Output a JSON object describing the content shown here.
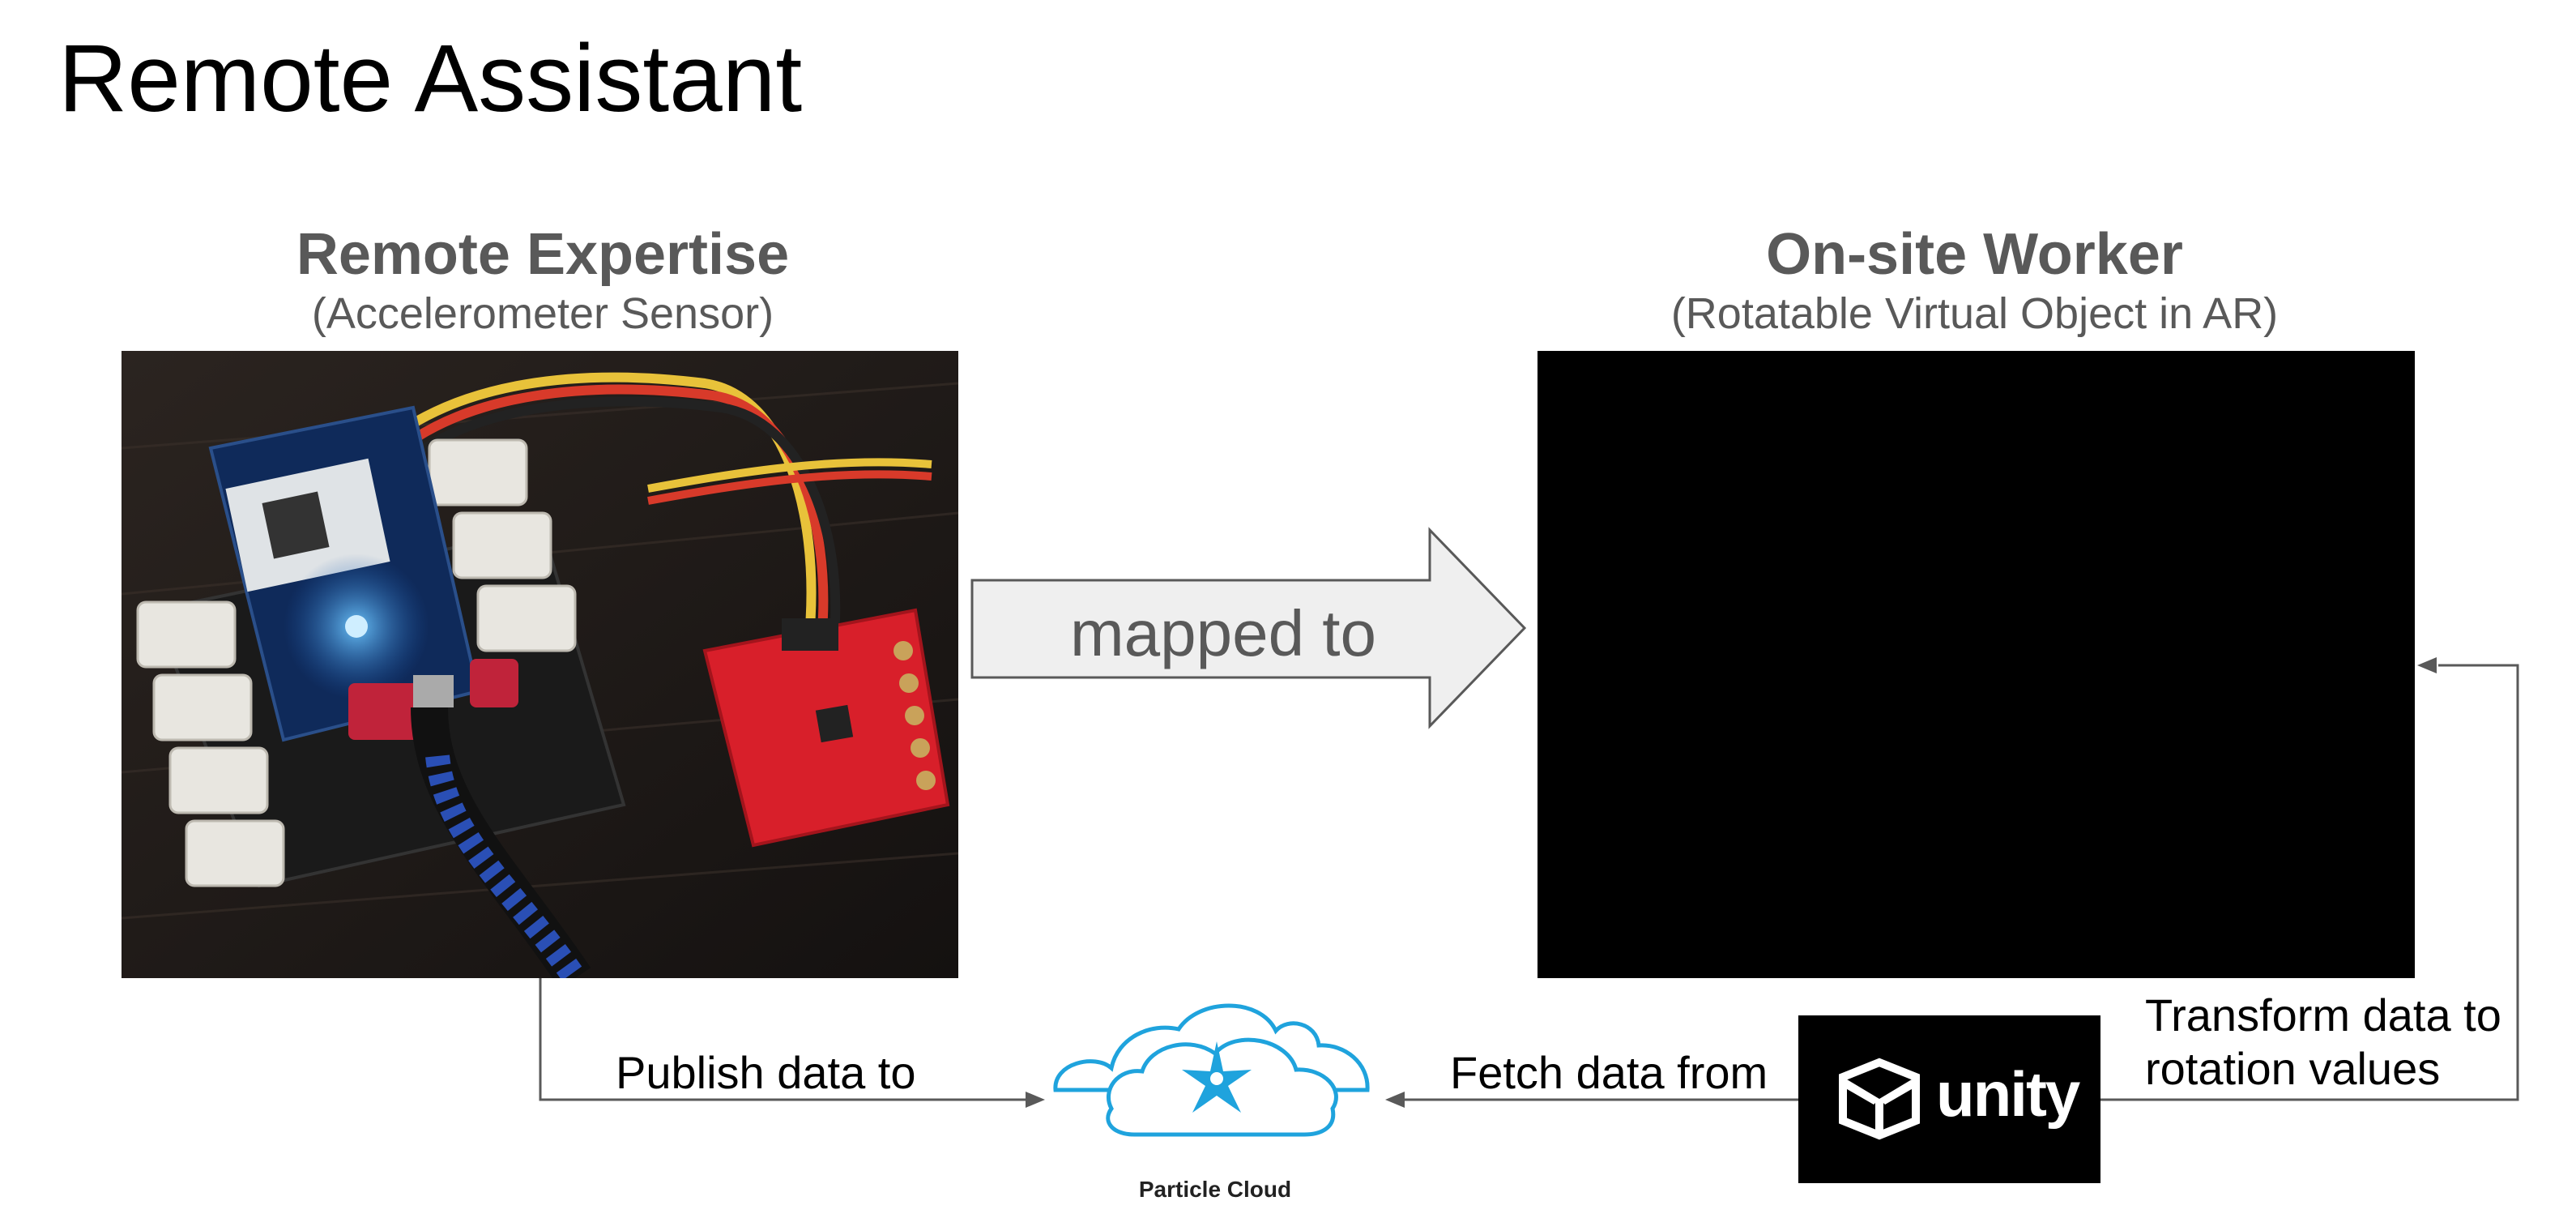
{
  "title": "Remote Assistant",
  "left": {
    "heading": "Remote Expertise",
    "subheading": "(Accelerometer Sensor)"
  },
  "right": {
    "heading": "On-site Worker",
    "subheading": "(Rotatable Virtual Object in AR)"
  },
  "arrow_label": "mapped to",
  "flow": {
    "publish": "Publish data to",
    "fetch": "Fetch data from",
    "transform_line1": "Transform data to",
    "transform_line2": "rotation values"
  },
  "cloud": {
    "label": "Particle Cloud",
    "icon": "particle-cloud-icon",
    "color": "#1fa3dd"
  },
  "unity": {
    "label": "unity",
    "icon": "unity-logo-icon"
  }
}
